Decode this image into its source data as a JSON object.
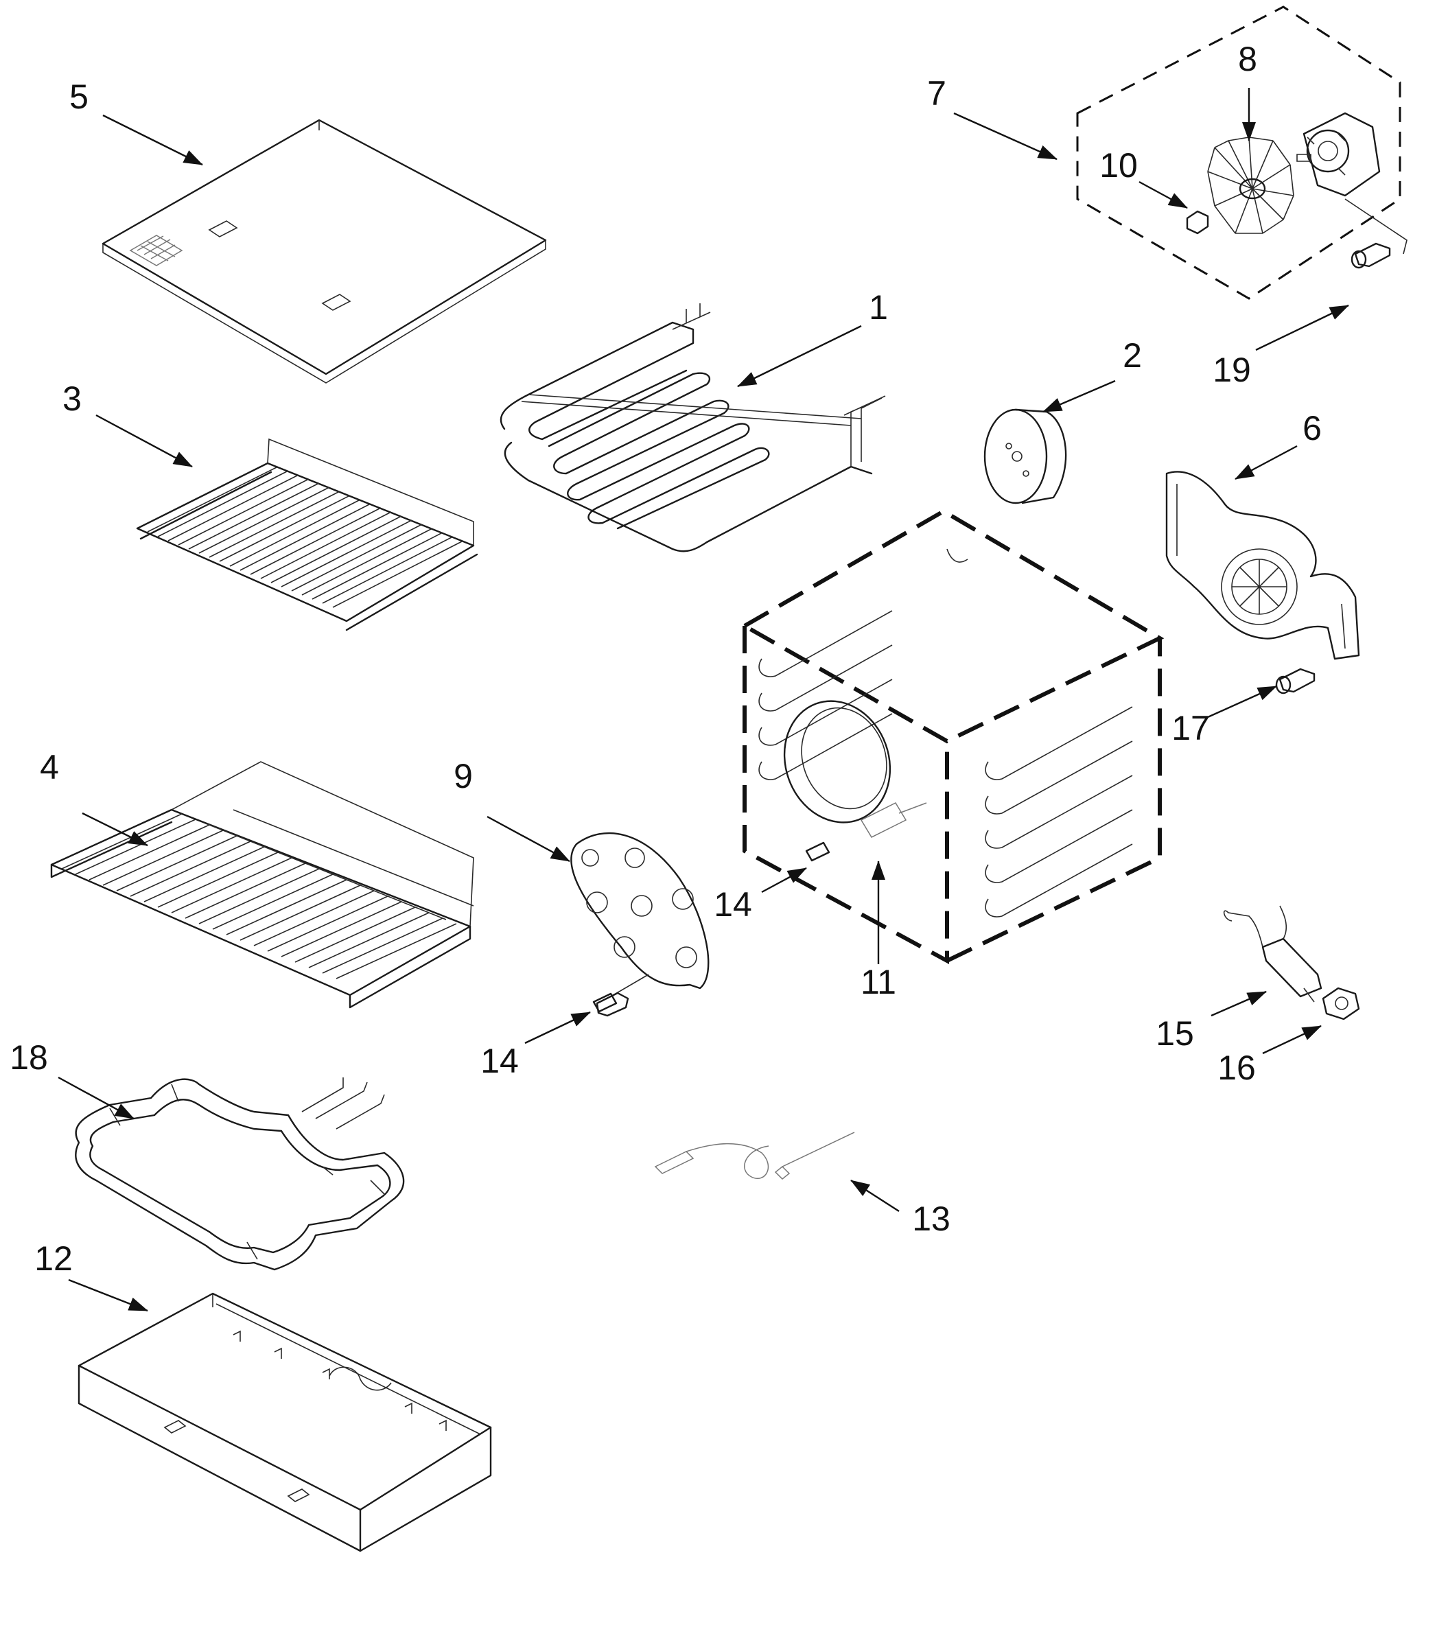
{
  "diagram": {
    "callouts": [
      "1",
      "2",
      "3",
      "4",
      "5",
      "6",
      "7",
      "8",
      "9",
      "10",
      "11",
      "12",
      "13",
      "14",
      "15",
      "16",
      "17",
      "18",
      "19"
    ],
    "callout_14_second": "14",
    "colors": {
      "ink": "#111111",
      "paper": "#ffffff"
    }
  }
}
